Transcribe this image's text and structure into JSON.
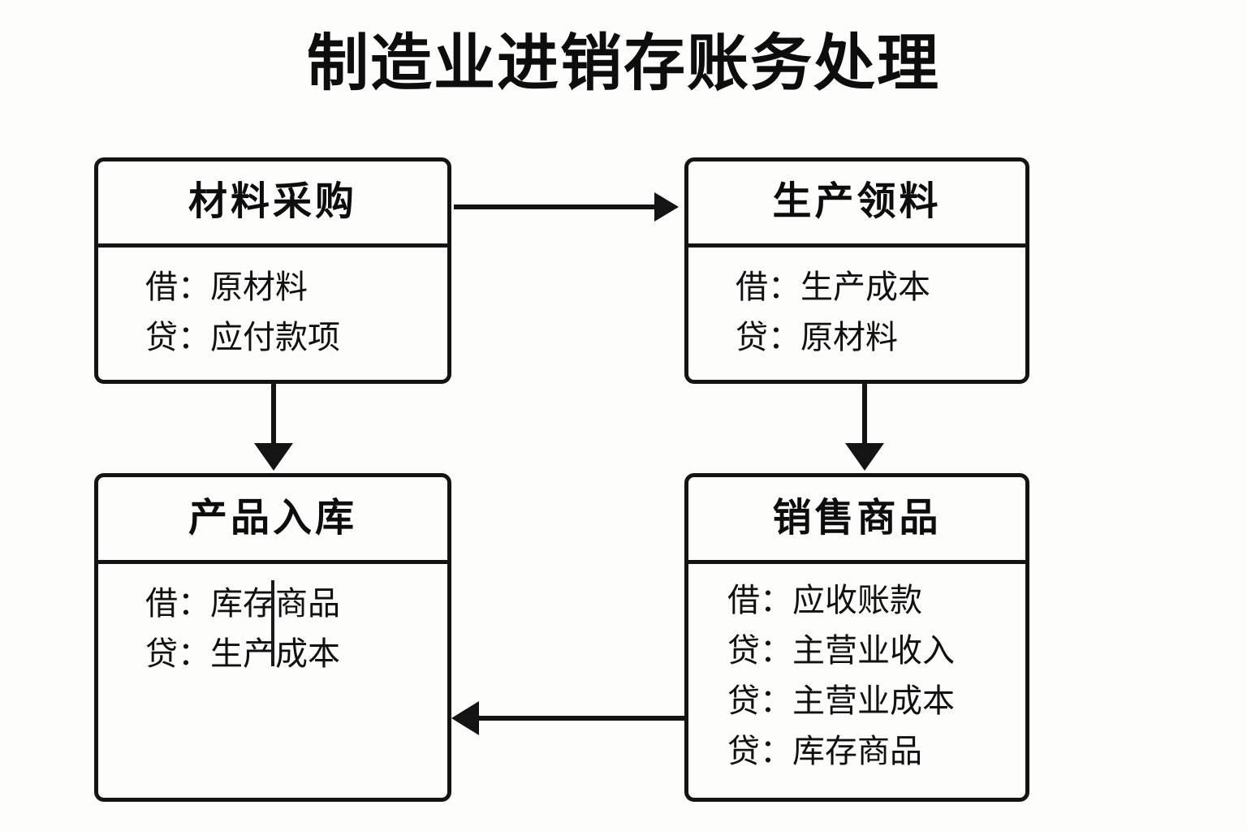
{
  "diagram": {
    "title": "制造业进销存账务处理",
    "nodes": [
      {
        "id": "purchase",
        "title": "材料采购",
        "entries": [
          "借：原材料",
          "贷：应付款项"
        ]
      },
      {
        "id": "issue",
        "title": "生产领料",
        "entries": [
          "借：生产成本",
          "贷：原材料"
        ]
      },
      {
        "id": "finished",
        "title": "产品入库",
        "entries": [
          "借：库存商品",
          "贷：生产成本"
        ]
      },
      {
        "id": "sales",
        "title": "销售商品",
        "entries": [
          "借：应收账款",
          "贷：主营业收入",
          "贷：主营业成本",
          "贷：库存商品"
        ]
      }
    ],
    "connectors": [
      {
        "id": "purchase-to-issue",
        "from": "purchase",
        "to": "issue",
        "direction": "right"
      },
      {
        "id": "purchase-to-finished",
        "from": "purchase",
        "to": "finished",
        "direction": "down"
      },
      {
        "id": "issue-to-sales",
        "from": "issue",
        "to": "sales",
        "direction": "down"
      },
      {
        "id": "sales-to-finished",
        "from": "sales",
        "to": "finished",
        "direction": "left"
      }
    ],
    "colors": {
      "background": "#fdfdfb",
      "stroke": "#141414",
      "text": "#0d0d0d"
    }
  }
}
